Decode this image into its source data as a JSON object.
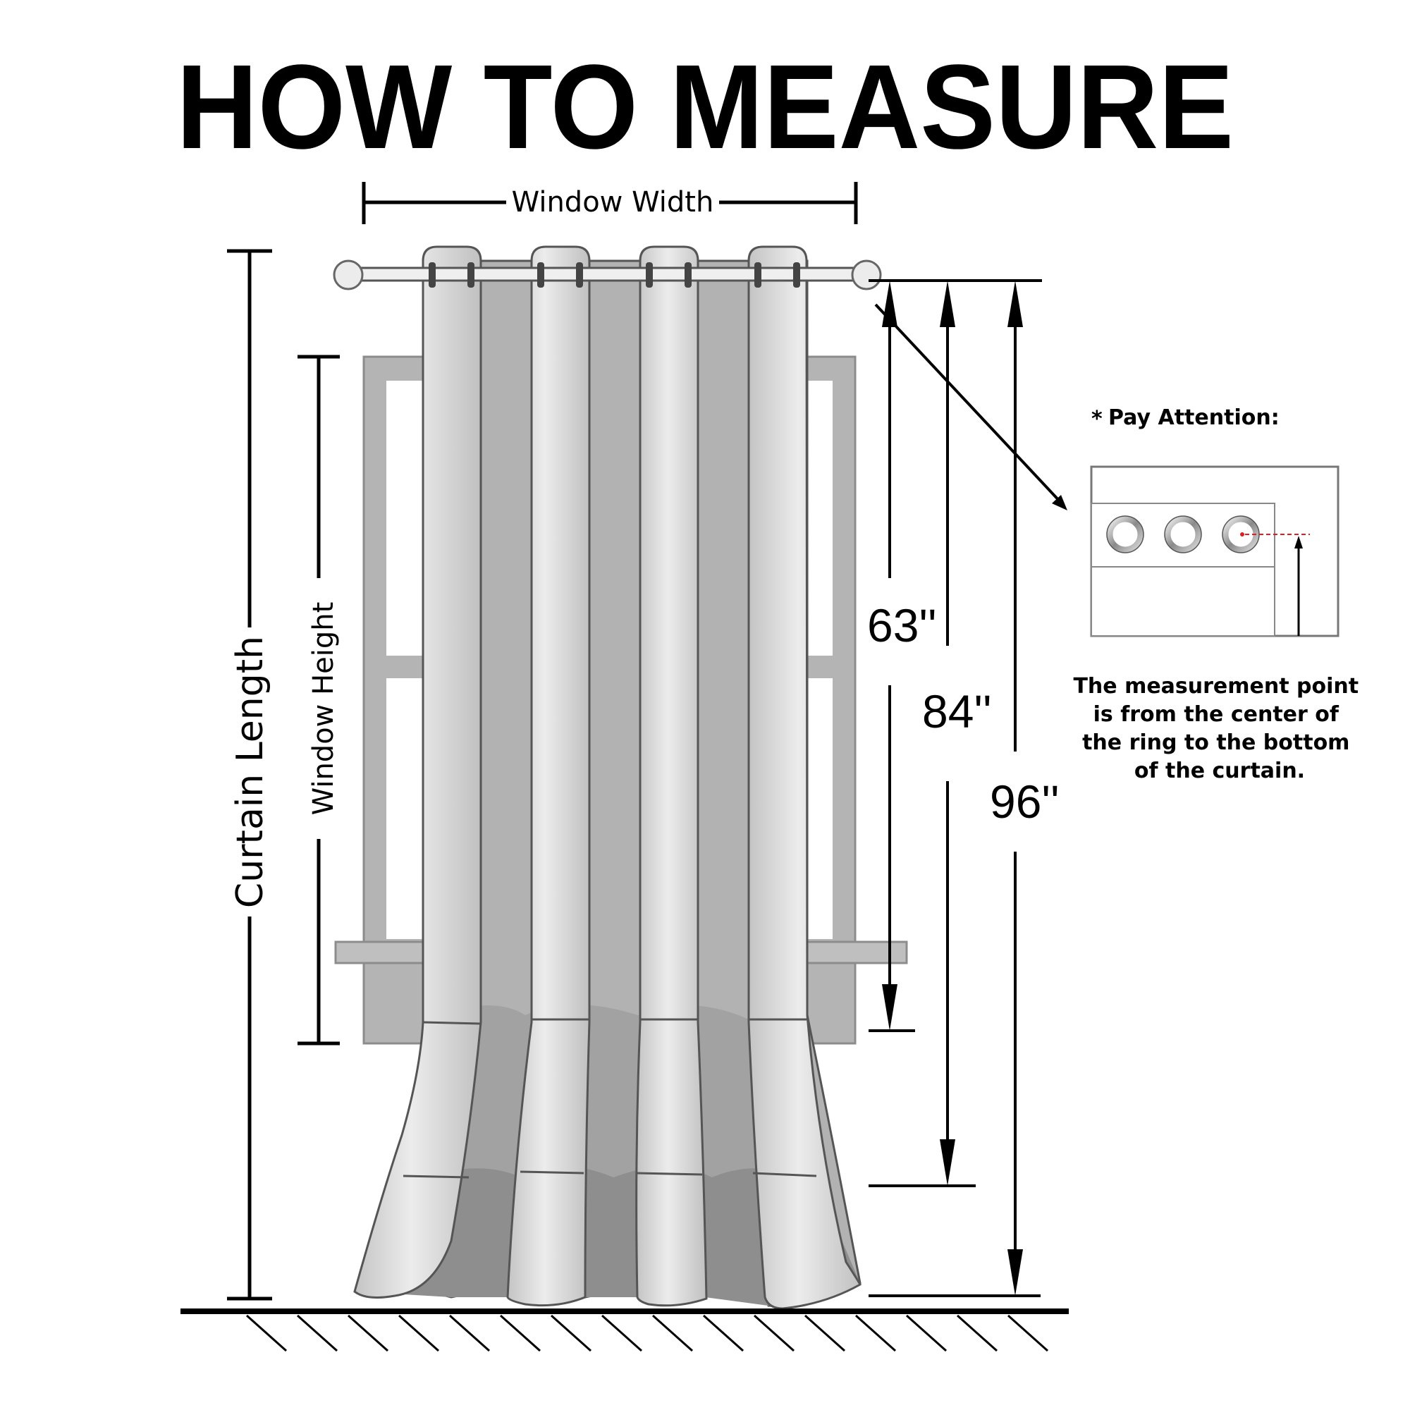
{
  "title": "HOW TO MEASURE",
  "labels": {
    "window_width": "Window Width",
    "window_height": "Window Height",
    "curtain_length": "Curtain Length"
  },
  "lengths": [
    {
      "label": "63''",
      "inches": 63
    },
    {
      "label": "84''",
      "inches": 84
    },
    {
      "label": "96''",
      "inches": 96
    }
  ],
  "attention": {
    "heading": "Pay Attention:",
    "marker": "*",
    "note_lines": [
      "The measurement point",
      "is from the center of",
      "the ring to the bottom",
      "of the curtain."
    ]
  },
  "colors": {
    "ink": "#000000",
    "frame": "#b4b4b4",
    "curtain_light": "#d2d2d2",
    "curtain_dark": "#a8a8a8",
    "rod": "#eeeeee",
    "guide": "#e02020"
  }
}
